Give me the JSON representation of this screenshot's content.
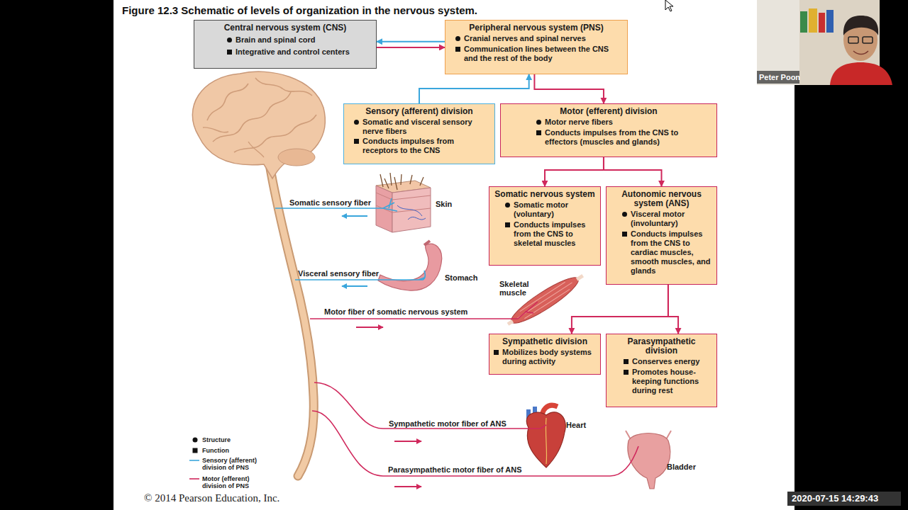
{
  "diagram": {
    "title": "Figure 12.3 Schematic of levels of organization in the nervous system.",
    "nodes": [
      {
        "text": [
          "Central nervous system (CNS)",
          "Brain and spinal cord",
          "Integrative and control centers"
        ]
      },
      {
        "text": [
          "Peripheral nervous system (PNS)",
          "Cranial nerves and spinal nerves",
          "Communication lines between the CNS and the rest of the body"
        ]
      },
      {
        "text": [
          "Sensory (afferent) division",
          "Somatic and visceral sensory nerve fibers",
          "Conducts impulses from receptors to the CNS"
        ]
      },
      {
        "text": [
          "Motor (efferent) division",
          "Motor nerve fibers",
          "Conducts impulses from the CNS to effectors (muscles and glands)"
        ]
      },
      {
        "text": [
          "Somatic nervous system",
          "Somatic motor (voluntary)",
          "Conducts impulses from the CNS to skeletal muscles"
        ]
      },
      {
        "text": [
          "Autonomic nervous system (ANS)",
          "Visceral motor (involuntary)",
          "Conducts impulses from the CNS to cardiac muscles, smooth muscles, and glands"
        ]
      },
      {
        "text": [
          "Sympathetic division",
          "Mobilizes body systems during activity"
        ]
      },
      {
        "text": [
          "Parasympathetic division",
          "Conserves energy",
          "Promotes house-keeping functions during rest"
        ]
      }
    ],
    "edges": [
      {
        "from": 1,
        "to": 0,
        "arrow": "to"
      },
      {
        "from": 0,
        "to": 1,
        "arrow": "to"
      },
      {
        "from": 2,
        "to": 1,
        "arrow": "to"
      },
      {
        "from": 1,
        "to": 3,
        "arrow": "to"
      },
      {
        "from": 3,
        "to": 4,
        "arrow": "to"
      },
      {
        "from": 3,
        "to": 5,
        "arrow": "to"
      },
      {
        "from": 5,
        "to": 6,
        "arrow": "to"
      },
      {
        "from": 5,
        "to": 7,
        "arrow": "to"
      }
    ],
    "labels": [
      "Somatic sensory fiber",
      "Skin",
      "Visceral sensory fiber",
      "Stomach",
      "Skeletal muscle",
      "Motor fiber of somatic nervous system",
      "Sympathetic motor fiber of ANS",
      "Heart",
      "Parasympathetic motor fiber of ANS",
      "Bladder",
      "© 2014 Pearson Education, Inc.",
      "Peter Poon",
      "2020-07-15 14:29:43"
    ],
    "legend": [
      {
        "text": "Structure"
      },
      {
        "text": "Function"
      },
      {
        "text": "Sensory (afferent) division of PNS"
      },
      {
        "text": "Motor (efferent) division of PNS"
      }
    ]
  }
}
